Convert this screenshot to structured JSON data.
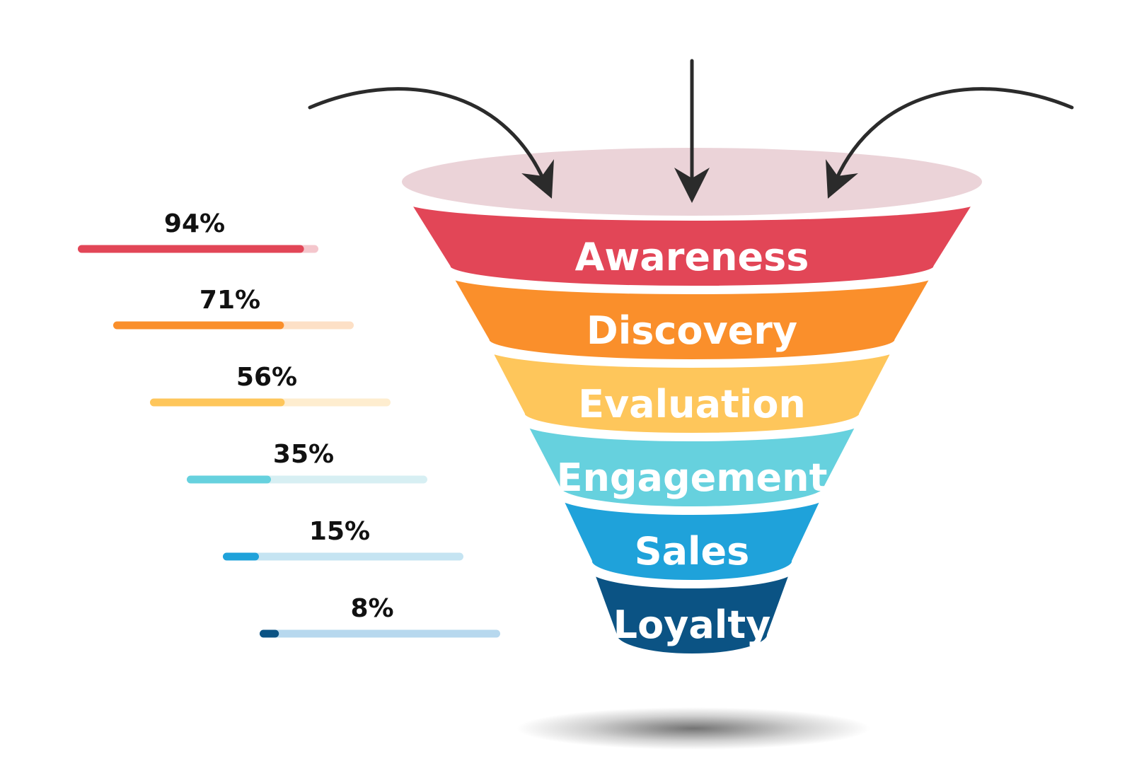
{
  "stages": [
    {
      "label": "Awareness",
      "percent_text": "94%",
      "percent": 94,
      "color": "#e24657",
      "track_color": "#f4c6cc"
    },
    {
      "label": "Discovery",
      "percent_text": "71%",
      "percent": 71,
      "color": "#fa8f2b",
      "track_color": "#fde0c6"
    },
    {
      "label": "Evaluation",
      "percent_text": "56%",
      "percent": 56,
      "color": "#fec65b",
      "track_color": "#feedcf"
    },
    {
      "label": "Engagement",
      "percent_text": "35%",
      "percent": 35,
      "color": "#66d1de",
      "track_color": "#d7eff3"
    },
    {
      "label": "Sales",
      "percent_text": "15%",
      "percent": 15,
      "color": "#1fa2da",
      "track_color": "#c5e4f2"
    },
    {
      "label": "Loyalty",
      "percent_text": "8%",
      "percent": 8,
      "color": "#0b5384",
      "track_color": "#b7d8ee"
    }
  ],
  "funnel_top_color": "#ebd3d8",
  "arrow_color": "#2b2b2b"
}
